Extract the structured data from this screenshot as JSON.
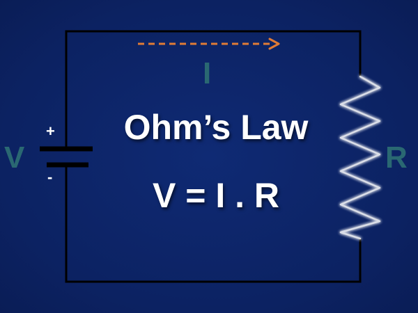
{
  "diagram": {
    "title": "Ohm’s Law",
    "equation": "V = I . R",
    "labels": {
      "voltage": "V",
      "current": "I",
      "resistance": "R",
      "positive": "+",
      "negative": "-"
    }
  },
  "colors": {
    "background": "#0d2366",
    "wire": "#000000",
    "current_arrow": "#e07b35",
    "label": "#2a6872",
    "text": "#ffffff",
    "resistor_glow": "#ffffff"
  }
}
